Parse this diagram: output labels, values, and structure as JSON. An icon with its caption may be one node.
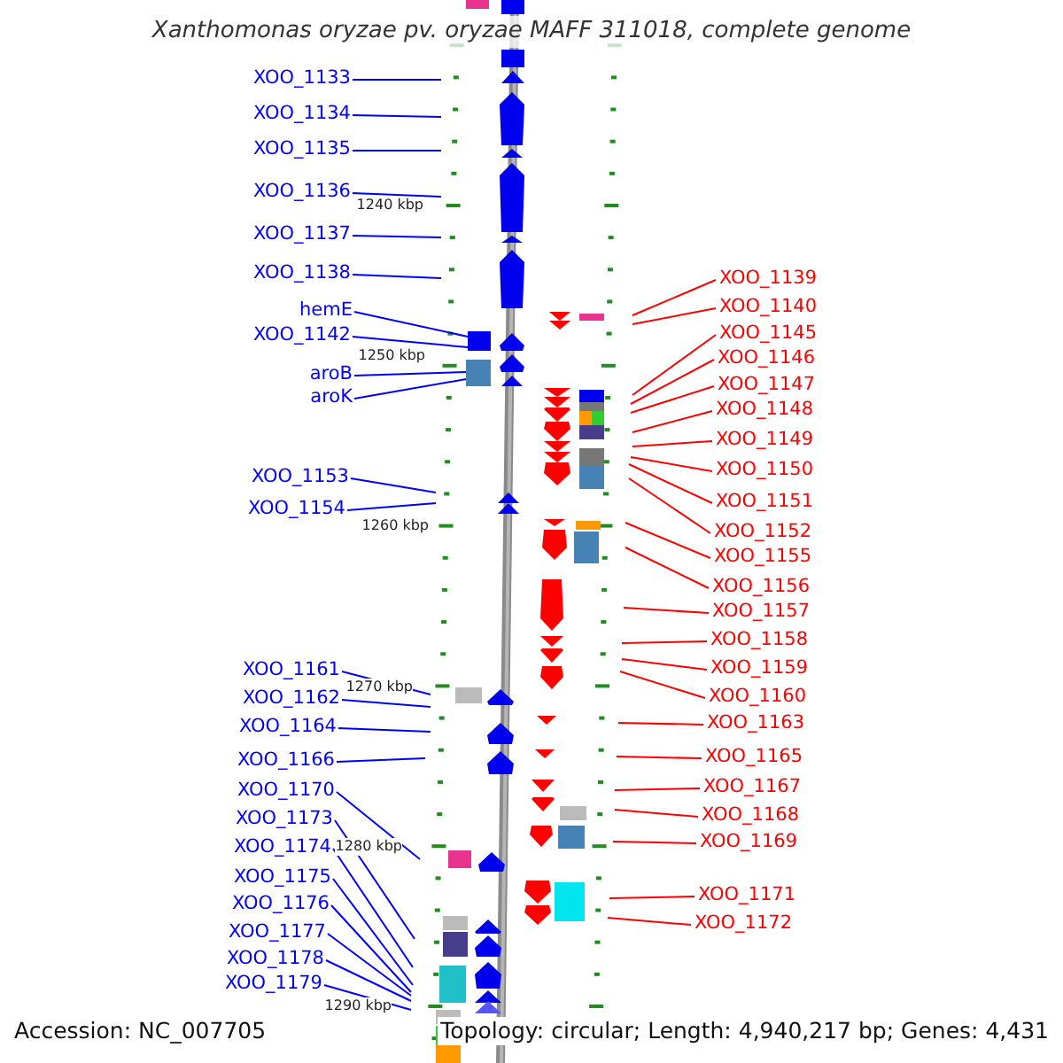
{
  "diagram": {
    "title": "Xanthomonas oryzae pv. oryzae MAFF 311018, complete genome",
    "nodes": [
      {
        "text": [
          "XOO_1133"
        ]
      },
      {
        "text": [
          "XOO_1134"
        ]
      },
      {
        "text": [
          "XOO_1135"
        ]
      },
      {
        "text": [
          "XOO_1136"
        ]
      },
      {
        "text": [
          "XOO_1137"
        ]
      },
      {
        "text": [
          "XOO_1138"
        ]
      },
      {
        "text": [
          "hemE"
        ]
      },
      {
        "text": [
          "XOO_1142"
        ]
      },
      {
        "text": [
          "aroB"
        ]
      },
      {
        "text": [
          "aroK"
        ]
      },
      {
        "text": [
          "XOO_1153"
        ]
      },
      {
        "text": [
          "XOO_1154"
        ]
      },
      {
        "text": [
          "XOO_1161"
        ]
      },
      {
        "text": [
          "XOO_1162"
        ]
      },
      {
        "text": [
          "XOO_1164"
        ]
      },
      {
        "text": [
          "XOO_1166"
        ]
      },
      {
        "text": [
          "XOO_1170"
        ]
      },
      {
        "text": [
          "XOO_1173"
        ]
      },
      {
        "text": [
          "XOO_1174"
        ]
      },
      {
        "text": [
          "XOO_1175"
        ]
      },
      {
        "text": [
          "XOO_1176"
        ]
      },
      {
        "text": [
          "XOO_1177"
        ]
      },
      {
        "text": [
          "XOO_1178"
        ]
      },
      {
        "text": [
          "XOO_1179"
        ]
      },
      {
        "text": [
          "XOO_1139"
        ]
      },
      {
        "text": [
          "XOO_1140"
        ]
      },
      {
        "text": [
          "XOO_1145"
        ]
      },
      {
        "text": [
          "XOO_1146"
        ]
      },
      {
        "text": [
          "XOO_1147"
        ]
      },
      {
        "text": [
          "XOO_1148"
        ]
      },
      {
        "text": [
          "XOO_1149"
        ]
      },
      {
        "text": [
          "XOO_1150"
        ]
      },
      {
        "text": [
          "XOO_1151"
        ]
      },
      {
        "text": [
          "XOO_1152"
        ]
      },
      {
        "text": [
          "XOO_1155"
        ]
      },
      {
        "text": [
          "XOO_1156"
        ]
      },
      {
        "text": [
          "XOO_1157"
        ]
      },
      {
        "text": [
          "XOO_1158"
        ]
      },
      {
        "text": [
          "XOO_1159"
        ]
      },
      {
        "text": [
          "XOO_1160"
        ]
      },
      {
        "text": [
          "XOO_1163"
        ]
      },
      {
        "text": [
          "XOO_1165"
        ]
      },
      {
        "text": [
          "XOO_1167"
        ]
      },
      {
        "text": [
          "XOO_1168"
        ]
      },
      {
        "text": [
          "XOO_1169"
        ]
      },
      {
        "text": [
          "XOO_1171"
        ]
      },
      {
        "text": [
          "XOO_1172"
        ]
      },
      {
        "text": [],
        "shape": "box"
      },
      {
        "text": [],
        "shape": "box"
      }
    ],
    "edges": [
      {
        "from": 0,
        "to": null,
        "arrow": "none"
      },
      {
        "from": 1,
        "to": null,
        "arrow": "none"
      },
      {
        "from": 2,
        "to": null,
        "arrow": "none"
      },
      {
        "from": 3,
        "to": null,
        "arrow": "none"
      },
      {
        "from": 4,
        "to": null,
        "arrow": "none"
      },
      {
        "from": 5,
        "to": null,
        "arrow": "none"
      },
      {
        "from": 6,
        "to": 47,
        "arrow": "none"
      },
      {
        "from": 7,
        "to": 47,
        "arrow": "none"
      },
      {
        "from": 8,
        "to": 48,
        "arrow": "none"
      },
      {
        "from": 9,
        "to": 48,
        "arrow": "none"
      },
      {
        "from": 10,
        "to": null,
        "arrow": "none"
      },
      {
        "from": 11,
        "to": null,
        "arrow": "none"
      },
      {
        "from": 12,
        "to": null,
        "arrow": "none"
      },
      {
        "from": 13,
        "to": null,
        "arrow": "none"
      },
      {
        "from": 14,
        "to": null,
        "arrow": "none"
      },
      {
        "from": 15,
        "to": null,
        "arrow": "none"
      },
      {
        "from": 16,
        "to": null,
        "arrow": "none"
      },
      {
        "from": 17,
        "to": null,
        "arrow": "none"
      },
      {
        "from": 18,
        "to": null,
        "arrow": "none"
      },
      {
        "from": 19,
        "to": null,
        "arrow": "none"
      },
      {
        "from": 20,
        "to": null,
        "arrow": "none"
      },
      {
        "from": 21,
        "to": null,
        "arrow": "none"
      },
      {
        "from": 22,
        "to": null,
        "arrow": "none"
      },
      {
        "from": 23,
        "to": null,
        "arrow": "none"
      },
      {
        "from": 24,
        "to": null,
        "arrow": "none",
        "color": "#ff0000"
      },
      {
        "from": 25,
        "to": null,
        "arrow": "none",
        "color": "#ff0000"
      },
      {
        "from": 26,
        "to": null,
        "arrow": "none",
        "color": "#ff0000"
      },
      {
        "from": 27,
        "to": null,
        "arrow": "none",
        "color": "#ff0000"
      },
      {
        "from": 28,
        "to": null,
        "arrow": "none",
        "color": "#ff0000"
      },
      {
        "from": 29,
        "to": null,
        "arrow": "none",
        "color": "#ff0000"
      },
      {
        "from": 30,
        "to": null,
        "arrow": "none",
        "color": "#ff0000"
      },
      {
        "from": 31,
        "to": null,
        "arrow": "none",
        "color": "#ff0000"
      },
      {
        "from": 32,
        "to": null,
        "arrow": "none",
        "color": "#ff0000"
      },
      {
        "from": 33,
        "to": null,
        "arrow": "none",
        "color": "#ff0000"
      },
      {
        "from": 34,
        "to": null,
        "arrow": "none",
        "color": "#ff0000"
      },
      {
        "from": 35,
        "to": null,
        "arrow": "none",
        "color": "#ff0000"
      },
      {
        "from": 36,
        "to": null,
        "arrow": "none",
        "color": "#ff0000"
      },
      {
        "from": 37,
        "to": null,
        "arrow": "none",
        "color": "#ff0000"
      },
      {
        "from": 38,
        "to": null,
        "arrow": "none",
        "color": "#ff0000"
      },
      {
        "from": 39,
        "to": null,
        "arrow": "none",
        "color": "#ff0000"
      },
      {
        "from": 40,
        "to": null,
        "arrow": "none",
        "color": "#ff0000"
      },
      {
        "from": 41,
        "to": null,
        "arrow": "none",
        "color": "#ff0000"
      },
      {
        "from": 42,
        "to": null,
        "arrow": "none",
        "color": "#ff0000"
      },
      {
        "from": 43,
        "to": null,
        "arrow": "none",
        "color": "#ff0000"
      },
      {
        "from": 44,
        "to": null,
        "arrow": "none",
        "color": "#ff0000"
      },
      {
        "from": 45,
        "to": null,
        "arrow": "none",
        "color": "#ff0000"
      },
      {
        "from": 46,
        "to": null,
        "arrow": "none",
        "color": "#ff0000"
      }
    ],
    "labels": [
      "1240 kbp",
      "1250 kbp",
      "1260 kbp",
      "1270 kbp",
      "1280 kbp",
      "1290 kbp",
      "Accession: NC_007705",
      "Topology: circular; Length: 4,940,217 bp; Genes: 4,431"
    ]
  }
}
